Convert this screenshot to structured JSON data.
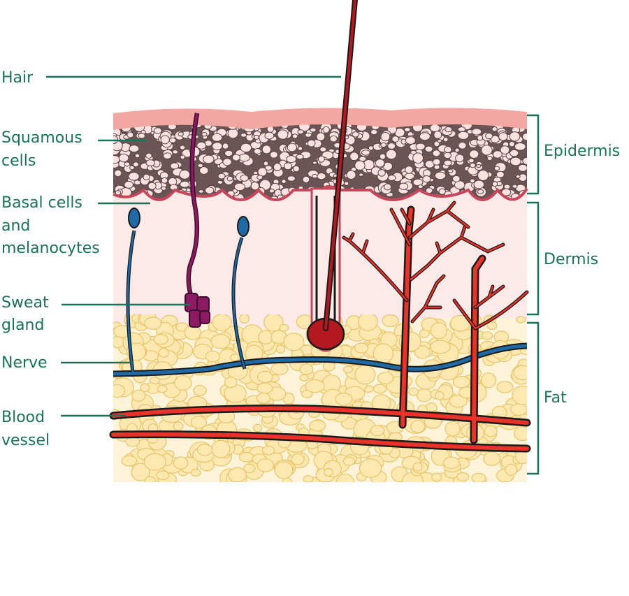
{
  "labels": {
    "hair": "Hair",
    "squamous_1": "Squamous",
    "squamous_2": "cells",
    "basal_1": "Basal cells",
    "basal_2": "and",
    "basal_3": "melanocytes",
    "sweat_1": "Sweat",
    "sweat_2": "gland",
    "nerve": "Nerve",
    "blood_1": "Blood",
    "blood_2": "vessel",
    "epidermis": "Epidermis",
    "dermis": "Dermis",
    "fat": "Fat"
  },
  "colors": {
    "label": "#1b7256",
    "leader": "#1b7256",
    "epidermis_top": "#f2a7a3",
    "epidermis_cells": "#fbe1df",
    "dermis": "#fde9e8",
    "fat_bg": "#fdf3d8",
    "fat_cells": "#fde8b2",
    "fat_outline": "#e9c46a",
    "nerve": "#1f6aa5",
    "blood": "#e8322a",
    "hair": "#b3191f",
    "sweat_gland": "#8b1a63"
  }
}
